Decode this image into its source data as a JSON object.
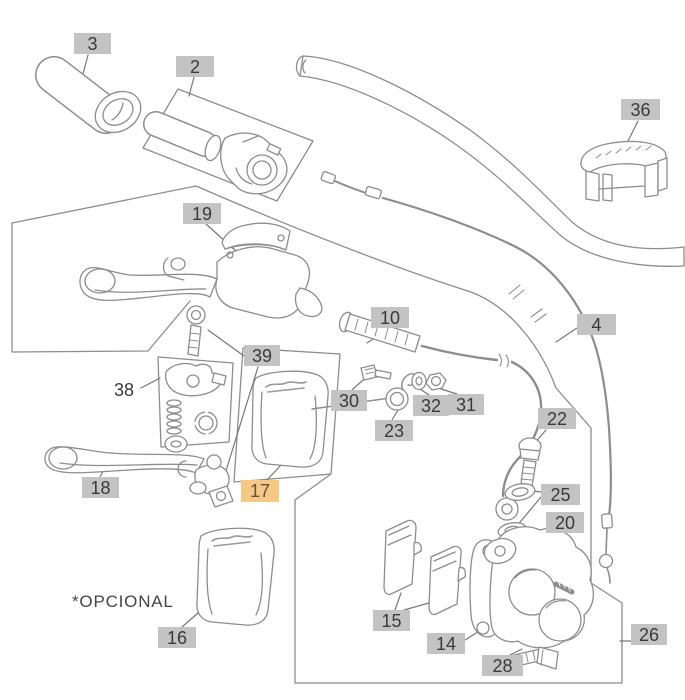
{
  "title": "handlebar-controls-exploded-parts-diagram",
  "note": {
    "text": "*OPCIONAL"
  },
  "colors": {
    "background": "#ffffff",
    "label_bg": "#c3c3c3",
    "label_highlight_bg": "#f7c784",
    "label_text": "#3a3a3a",
    "line": "#8d8d8d"
  },
  "highlighted_part": "17",
  "labels": {
    "n2": "2",
    "n3": "3",
    "n4": "4",
    "n10": "10",
    "n14": "14",
    "n15": "15",
    "n16": "16",
    "n17": "17",
    "n18": "18",
    "n19": "19",
    "n20": "20",
    "n22": "22",
    "n23": "23",
    "n25": "25",
    "n26": "26",
    "n28": "28",
    "n30": "30",
    "n31": "31",
    "n32": "32",
    "n36": "36",
    "n38": "38",
    "n39": "39"
  }
}
